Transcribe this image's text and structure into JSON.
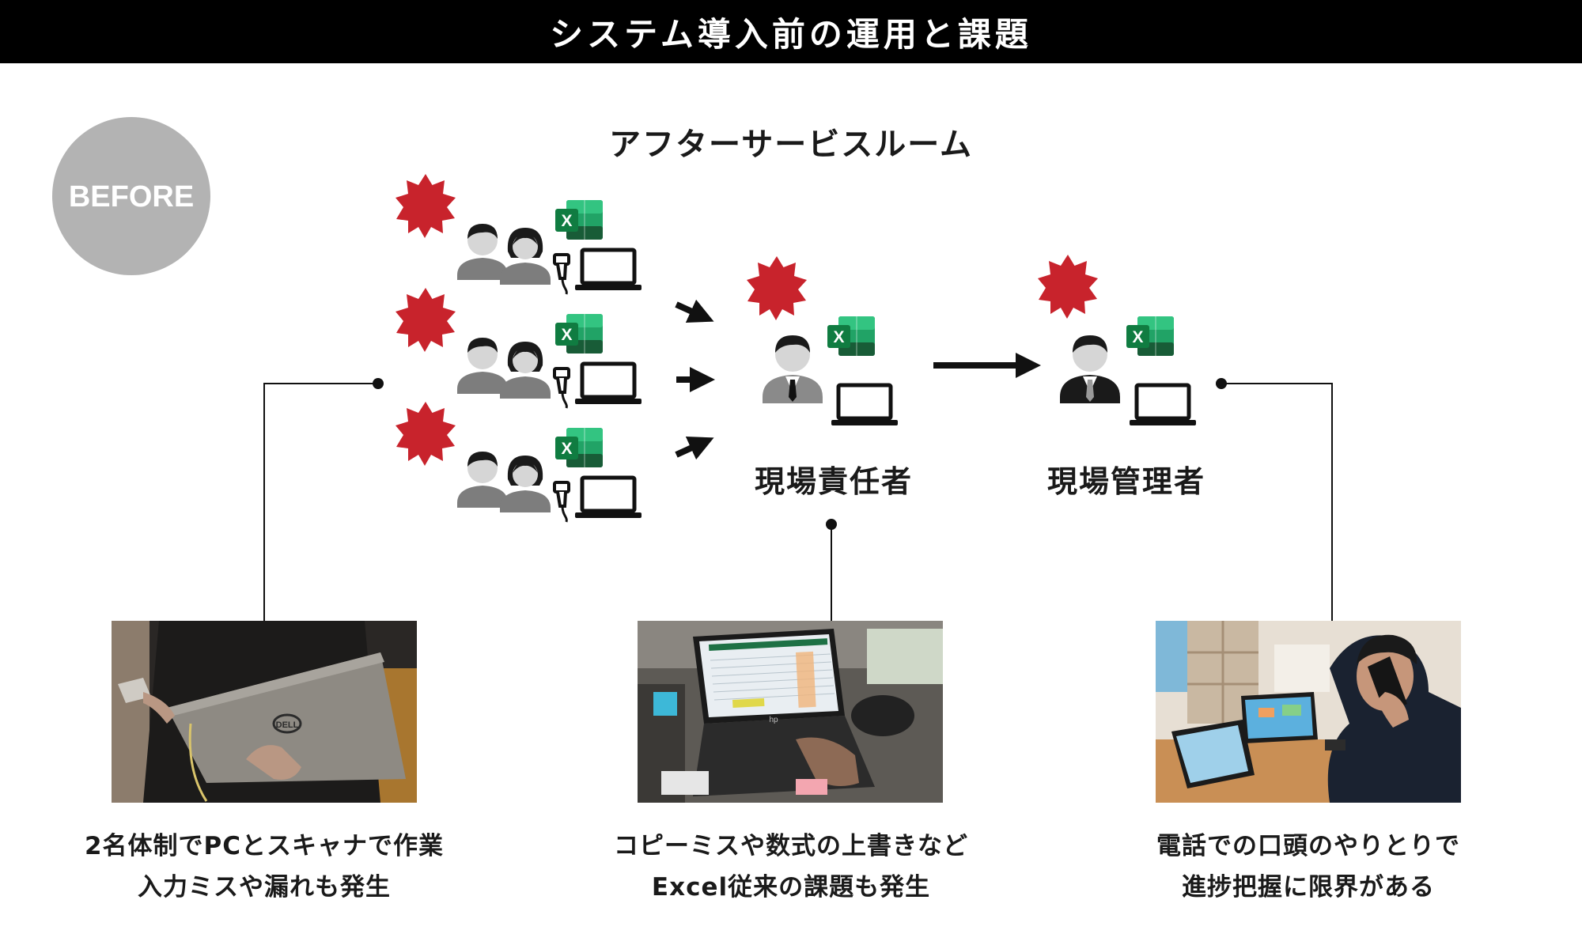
{
  "header": {
    "title": "システム導入前の運用と課題"
  },
  "badge": {
    "label": "BEFORE"
  },
  "room": {
    "title": "アフターサービスルーム"
  },
  "roles": {
    "site_leader": "現場責任者",
    "site_manager": "現場管理者"
  },
  "excel_icon": {
    "letter": "X",
    "color": "#1f7244"
  },
  "alert_color": "#c8232c",
  "captions": {
    "left": {
      "line1": "2名体制でPCとスキャナで作業",
      "line2": "入力ミスや漏れも発生"
    },
    "center": {
      "line1": "コピーミスや数式の上書きなど",
      "line2": "Excel従来の課題も発生"
    },
    "right": {
      "line1": "電話での口頭のやりとりで",
      "line2": "進捗把握に限界がある"
    }
  },
  "photos": {
    "left": {
      "logo_text": "DELL"
    },
    "center": {
      "logo_text": "hp"
    }
  }
}
